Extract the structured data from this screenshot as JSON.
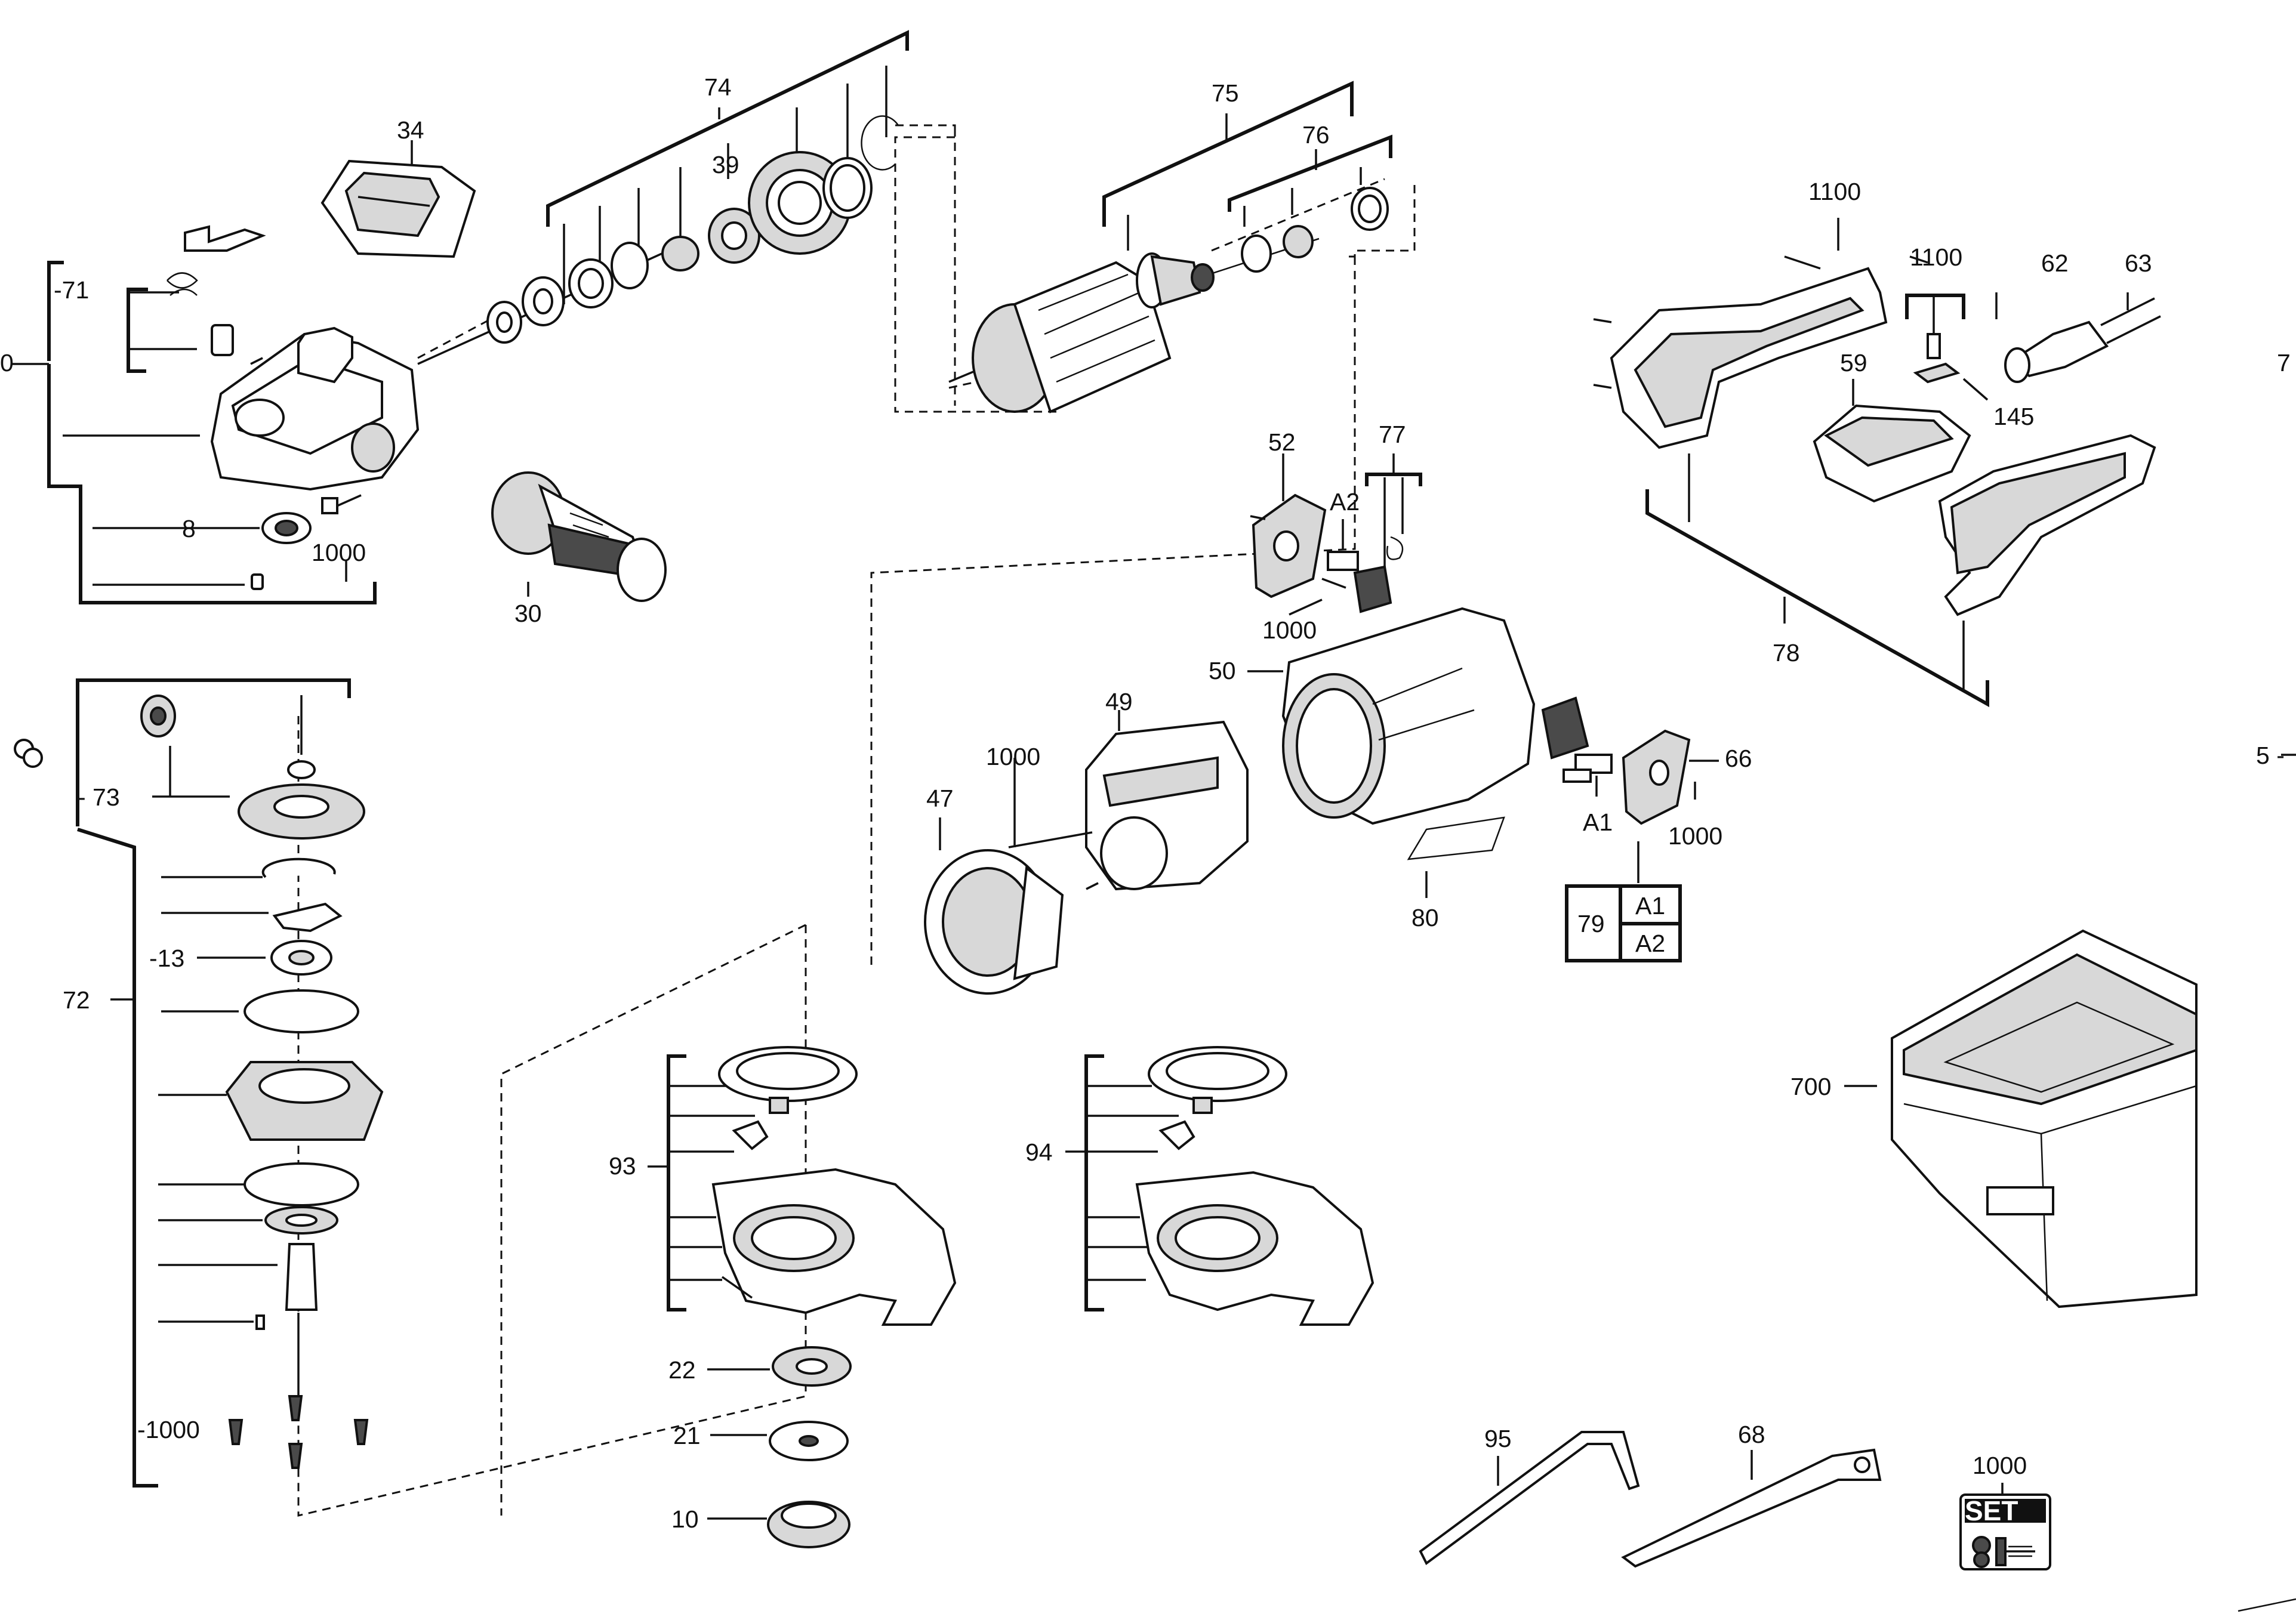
{
  "labels": {
    "l74": "74",
    "l34": "34",
    "l39": "39",
    "l71": "-71",
    "l0": "0",
    "l8": "8",
    "l1000a": "1000",
    "l30": "30",
    "l75": "75",
    "l76": "76",
    "l1100": "1100",
    "l1100b": "1100",
    "l62": "62",
    "l63": "63",
    "l7": "7",
    "l59": "59",
    "l145": "145",
    "l52": "52",
    "l77": "77",
    "la2": "A2",
    "l1000b": "1000",
    "l78": "78",
    "l50": "50",
    "l49": "49",
    "l1000c": "1000",
    "l47": "47",
    "l66": "66",
    "la1": "A1",
    "l1000d": "1000",
    "l80": "80",
    "l79": "79",
    "l79a1": "A1",
    "l79a2": "A2",
    "l5": "5 -",
    "l73": "- 73",
    "l13": "-13",
    "l72": "72",
    "l1000e": "-1000",
    "l93": "93",
    "l94": "94",
    "l22": "22",
    "l21": "21",
    "l10": "10",
    "l700": "700",
    "l95": "95",
    "l68": "68",
    "l1000f": "1000",
    "set": "SET"
  },
  "icons": {
    "set_badge": "screw-kit-icon"
  }
}
